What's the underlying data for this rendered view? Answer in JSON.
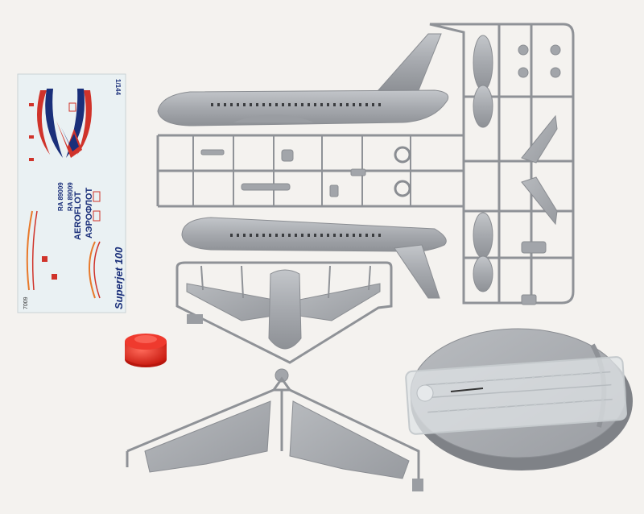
{
  "decal_sheet": {
    "scale_label": "1/144",
    "kit_number": "7009",
    "product_title": "Superjet 100",
    "brand_latin": "AEROFLOT",
    "brand_cyrillic": "АЭРОФЛОТ",
    "registration_1": "RA 89009",
    "registration_2": "RA 89009"
  },
  "colors": {
    "background": "#f4f2ef",
    "plastic_grey": "#a9acb0",
    "decal_blue": "#1a2f7a",
    "decal_red": "#d0332a",
    "decal_orange": "#e8792a",
    "cap_red": "#e8241c",
    "clear_part": "#dfe3e6"
  }
}
